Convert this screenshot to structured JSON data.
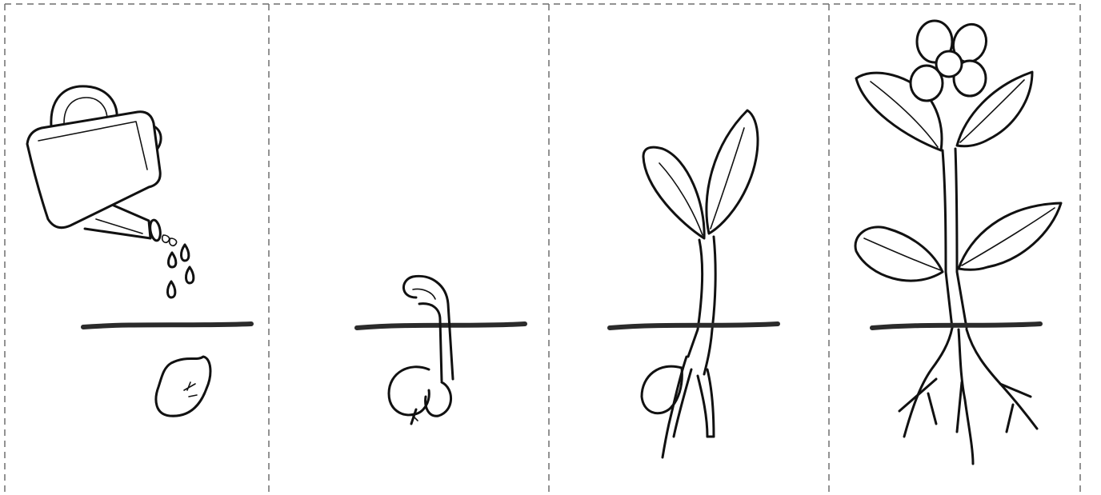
{
  "worksheet": {
    "panel_count": 4,
    "line_color": "#111111",
    "soil_line_color": "#2b2b2b",
    "cut_line_color": "#6e6e6e",
    "background": "#ffffff",
    "panels": [
      {
        "stage": "watering",
        "icons": [
          "watering-can-icon",
          "water-drops-icon",
          "seed-icon"
        ]
      },
      {
        "stage": "germination",
        "icons": [
          "germinating-seed-icon"
        ]
      },
      {
        "stage": "seedling",
        "icons": [
          "seedling-icon"
        ]
      },
      {
        "stage": "flowering-plant",
        "icons": [
          "flowering-plant-icon"
        ]
      }
    ]
  }
}
